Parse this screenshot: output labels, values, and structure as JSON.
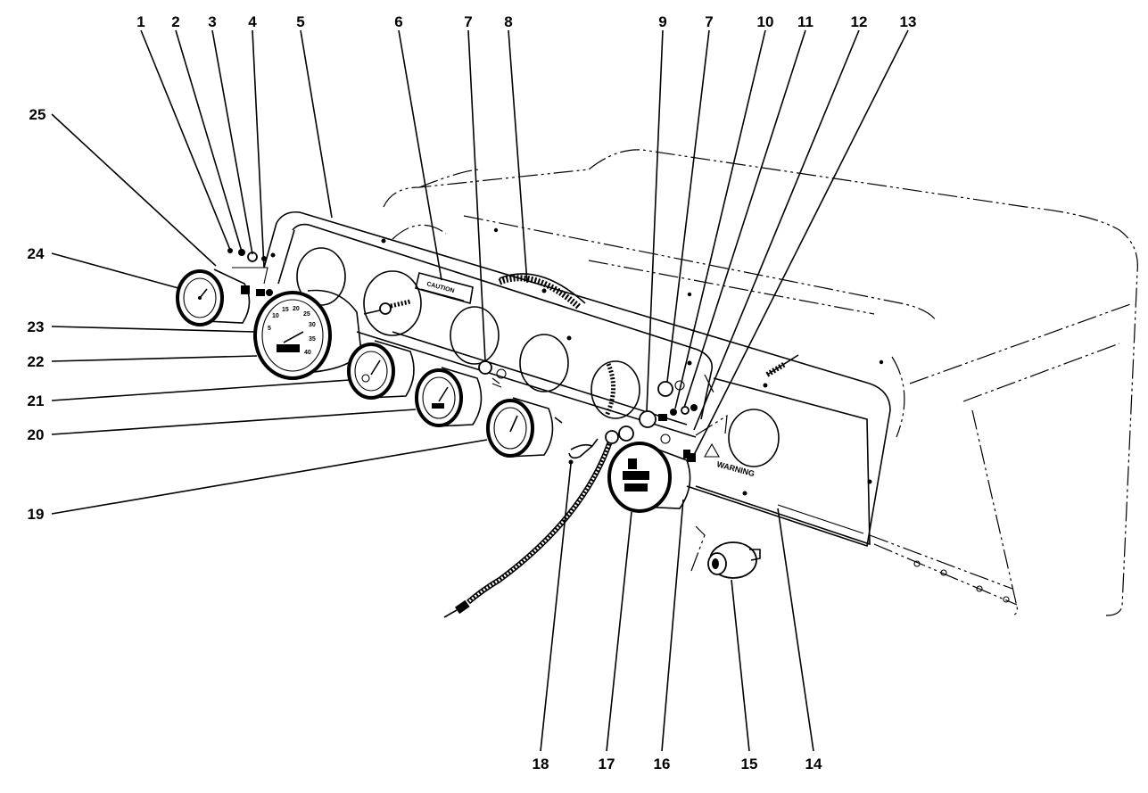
{
  "callouts": [
    {
      "label": "1"
    },
    {
      "label": "2"
    },
    {
      "label": "3"
    },
    {
      "label": "4"
    },
    {
      "label": "5"
    },
    {
      "label": "6"
    },
    {
      "label": "7"
    },
    {
      "label": "8"
    },
    {
      "label": "9"
    },
    {
      "label": "7"
    },
    {
      "label": "10"
    },
    {
      "label": "11"
    },
    {
      "label": "12"
    },
    {
      "label": "13"
    },
    {
      "label": "14"
    },
    {
      "label": "15"
    },
    {
      "label": "16"
    },
    {
      "label": "17"
    },
    {
      "label": "18"
    },
    {
      "label": "19"
    },
    {
      "label": "20"
    },
    {
      "label": "21"
    },
    {
      "label": "22"
    },
    {
      "label": "23"
    },
    {
      "label": "24"
    },
    {
      "label": "25"
    }
  ],
  "plates": {
    "caution_label": "CAUTION",
    "warning_label": "WARNING"
  },
  "speedometer_ticks": [
    "5",
    "10",
    "15",
    "20",
    "25",
    "30",
    "35",
    "40"
  ]
}
